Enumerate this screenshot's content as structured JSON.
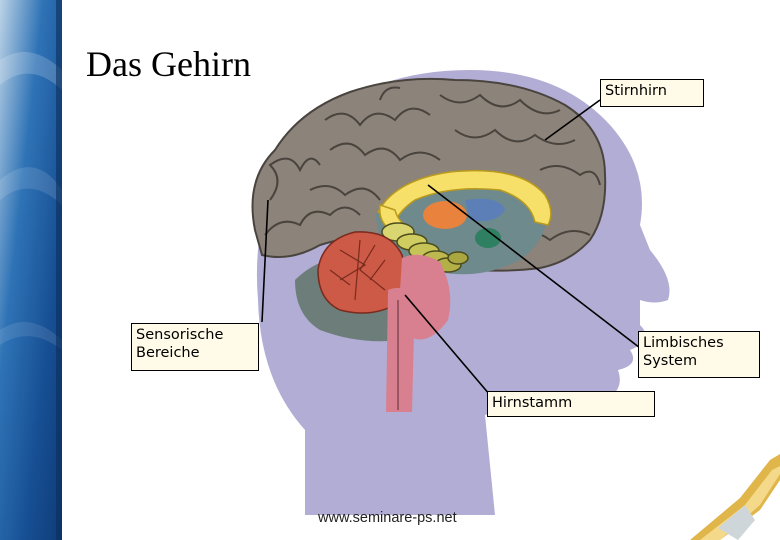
{
  "title": "Das Gehirn",
  "labels": {
    "stirnhirn": "Stirnhirn",
    "sensorische": "Sensorische\nBereiche",
    "limbisches": "Limbisches\nSystem",
    "hirnstamm": "Hirnstamm"
  },
  "footer": "www.seminare-ps.net",
  "colors": {
    "head": "#b2add4",
    "cortex": "#8c837b",
    "cerebellum": "#cc5a46",
    "limbic_arc": "#f6e06a",
    "brainstem": "#d8808f",
    "sidebar": "#1d5fa8",
    "label_bg": "#fffbe8"
  }
}
